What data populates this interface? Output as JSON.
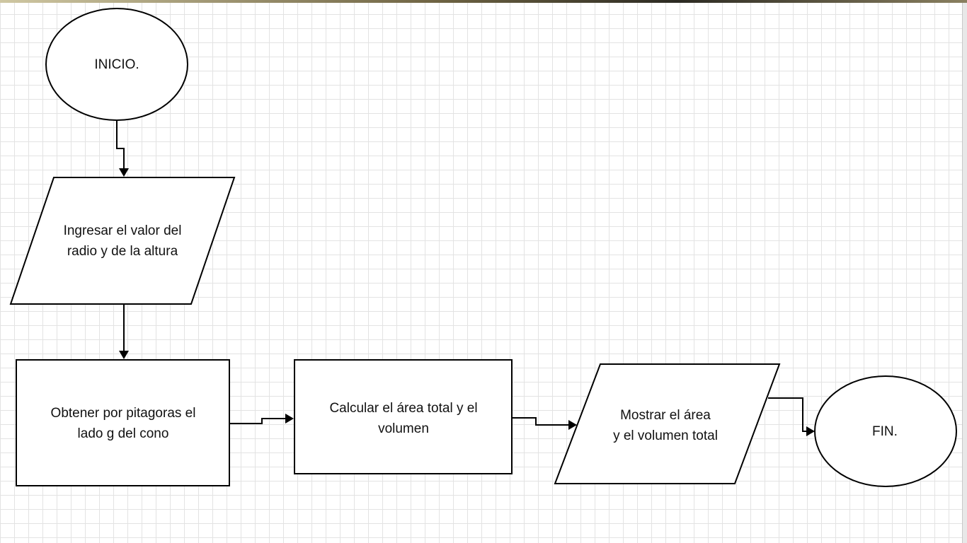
{
  "diagram": {
    "nodes": {
      "inicio": {
        "label": "INICIO."
      },
      "ingresar": {
        "lines": [
          "Ingresar el valor del",
          "radio y de la altura"
        ]
      },
      "obtener": {
        "lines": [
          "Obtener por pitagoras el",
          "lado g del cono"
        ]
      },
      "calcular": {
        "lines": [
          "Calcular el área total y el",
          "volumen"
        ]
      },
      "mostrar": {
        "lines": [
          "Mostrar el área",
          "y el volumen total"
        ]
      },
      "fin": {
        "label": "FIN."
      }
    }
  }
}
